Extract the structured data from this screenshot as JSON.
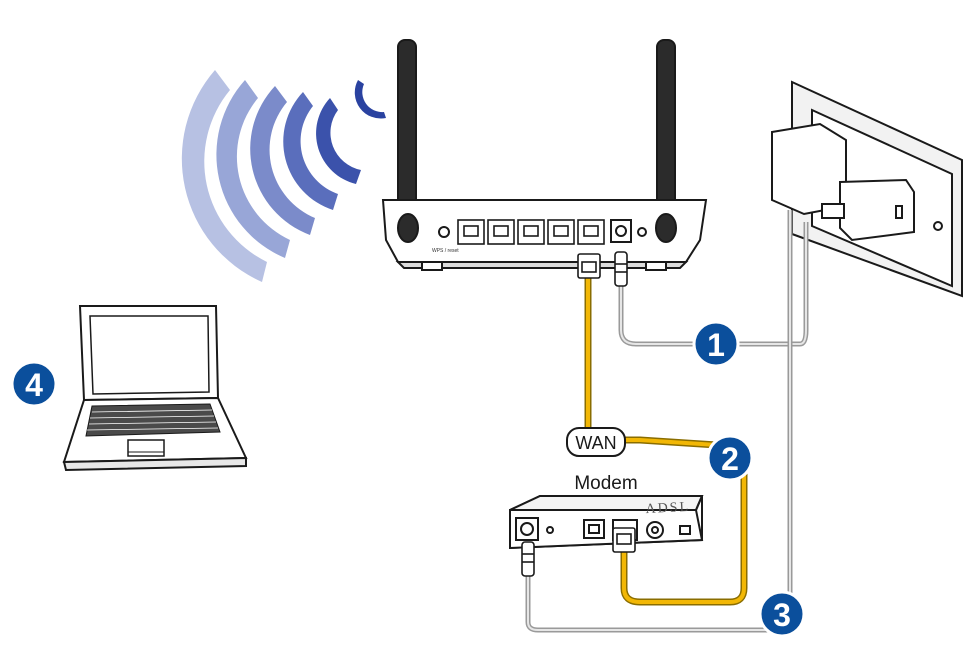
{
  "labels": {
    "wan": "WAN",
    "modem": "Modem",
    "adsl": "ADSL",
    "router_wps_reset": "WPS / reset"
  },
  "steps": [
    {
      "number": "1"
    },
    {
      "number": "2"
    },
    {
      "number": "3"
    },
    {
      "number": "4"
    }
  ],
  "colors": {
    "step_badge": "#0b4f9c",
    "ethernet_cable": "#f0b400",
    "power_cable": "#aaaaaa",
    "wifi_waves": [
      "#b8c2e4",
      "#9aa8d8",
      "#7c8ccb",
      "#5e72be",
      "#3f55ae",
      "#2a42a0"
    ],
    "device_outline": "#1a1a1a"
  }
}
